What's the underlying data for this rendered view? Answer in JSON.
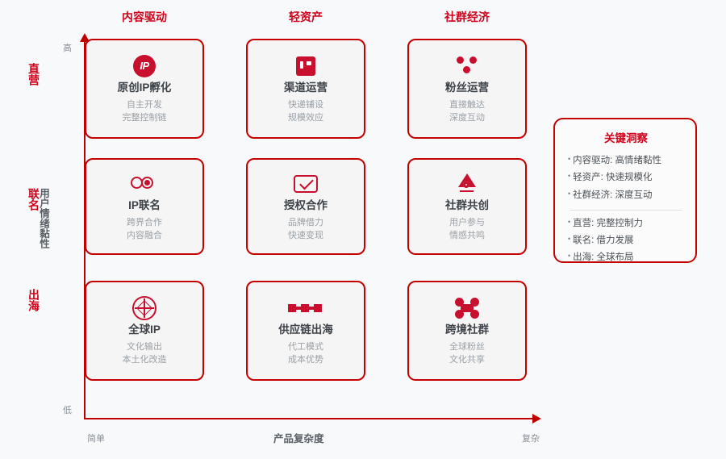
{
  "theme": {
    "accent": "#d0021b",
    "border": "#c40000",
    "icon": "#c8102e",
    "background": "#f7f9fb",
    "card_bg": "#f5f5f5",
    "title_text": "#3d4349",
    "sub_text": "#9aa0a6"
  },
  "axes": {
    "y": {
      "title": "用户情绪黏性",
      "high_label": "高",
      "low_label": "低"
    },
    "x": {
      "title": "产品复杂度",
      "start_label": "简单",
      "end_label": "复杂"
    }
  },
  "columns": [
    {
      "label": "内容驱动"
    },
    {
      "label": "轻资产"
    },
    {
      "label": "社群经济"
    }
  ],
  "rows": [
    {
      "label": "直营"
    },
    {
      "label": "联名"
    },
    {
      "label": "出海"
    }
  ],
  "cards": [
    {
      "icon": "ip-badge-icon",
      "icon_text": "IP",
      "title": "原创IP孵化",
      "sub1": "自主开发",
      "sub2": "完整控制链"
    },
    {
      "icon": "channel-square-icon",
      "icon_text": "",
      "title": "渠道运营",
      "sub1": "快递铺设",
      "sub2": "规模效应"
    },
    {
      "icon": "fan-dots-icon",
      "icon_text": "",
      "title": "粉丝运营",
      "sub1": "直接触达",
      "sub2": "深度互动"
    },
    {
      "icon": "linked-rings-icon",
      "icon_text": "",
      "title": "IP联名",
      "sub1": "跨界合作",
      "sub2": "内容融合"
    },
    {
      "icon": "check-box-icon",
      "icon_text": "",
      "title": "授权合作",
      "sub1": "品牌借力",
      "sub2": "快速变现"
    },
    {
      "icon": "triangle-alert-icon",
      "icon_text": "",
      "title": "社群共创",
      "sub1": "用户参与",
      "sub2": "情感共鸣"
    },
    {
      "icon": "compass-globe-icon",
      "icon_text": "",
      "title": "全球IP",
      "sub1": "文化输出",
      "sub2": "本土化改造"
    },
    {
      "icon": "supply-chain-icon",
      "icon_text": "",
      "title": "供应链出海",
      "sub1": "代工模式",
      "sub2": "成本优势"
    },
    {
      "icon": "network-nodes-icon",
      "icon_text": "",
      "title": "跨境社群",
      "sub1": "全球粉丝",
      "sub2": "文化共享"
    }
  ],
  "insight": {
    "title": "关键洞察",
    "group_a": [
      "内容驱动: 高情绪黏性",
      "轻资产: 快速规模化",
      "社群经济: 深度互动"
    ],
    "group_b": [
      "直营: 完整控制力",
      "联名: 借力发展",
      "出海: 全球布局"
    ],
    "bullet": "•"
  }
}
